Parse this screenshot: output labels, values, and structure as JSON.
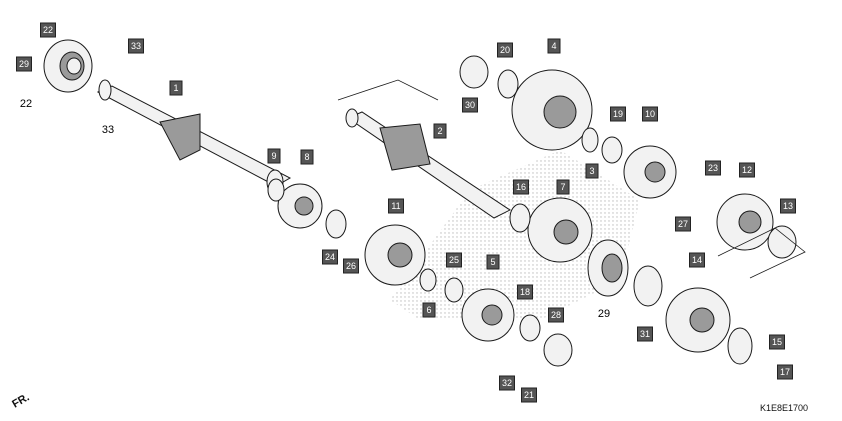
{
  "diagram": {
    "code": "K1E8E1700",
    "direction_label": "FR.",
    "labels": [
      {
        "text": "1",
        "style": "badge"
      },
      {
        "text": "2",
        "style": "badge"
      },
      {
        "text": "4",
        "style": "badge"
      },
      {
        "text": "5",
        "style": "badge"
      },
      {
        "text": "6",
        "style": "badge"
      },
      {
        "text": "7",
        "style": "badge"
      },
      {
        "text": "8",
        "style": "badge"
      },
      {
        "text": "9",
        "style": "badge"
      },
      {
        "text": "10",
        "style": "badge"
      },
      {
        "text": "11",
        "style": "badge"
      },
      {
        "text": "12",
        "style": "badge"
      },
      {
        "text": "13",
        "style": "badge"
      },
      {
        "text": "14",
        "style": "badge"
      },
      {
        "text": "15",
        "style": "badge"
      },
      {
        "text": "16",
        "style": "badge"
      },
      {
        "text": "17",
        "style": "badge"
      },
      {
        "text": "18",
        "style": "badge"
      },
      {
        "text": "19",
        "style": "badge"
      },
      {
        "text": "20",
        "style": "badge"
      },
      {
        "text": "21",
        "style": "badge"
      },
      {
        "text": "22",
        "style": "badge"
      },
      {
        "text": "22",
        "style": "plain"
      },
      {
        "text": "23",
        "style": "badge"
      },
      {
        "text": "24",
        "style": "badge"
      },
      {
        "text": "25",
        "style": "badge"
      },
      {
        "text": "26",
        "style": "badge"
      },
      {
        "text": "27",
        "style": "badge"
      },
      {
        "text": "28",
        "style": "badge"
      },
      {
        "text": "29",
        "style": "badge"
      },
      {
        "text": "29",
        "style": "plain"
      },
      {
        "text": "30",
        "style": "badge"
      },
      {
        "text": "31",
        "style": "badge"
      },
      {
        "text": "32",
        "style": "badge"
      },
      {
        "text": "33",
        "style": "badge"
      },
      {
        "text": "33",
        "style": "plain"
      },
      {
        "text": "3",
        "style": "badge"
      }
    ]
  }
}
